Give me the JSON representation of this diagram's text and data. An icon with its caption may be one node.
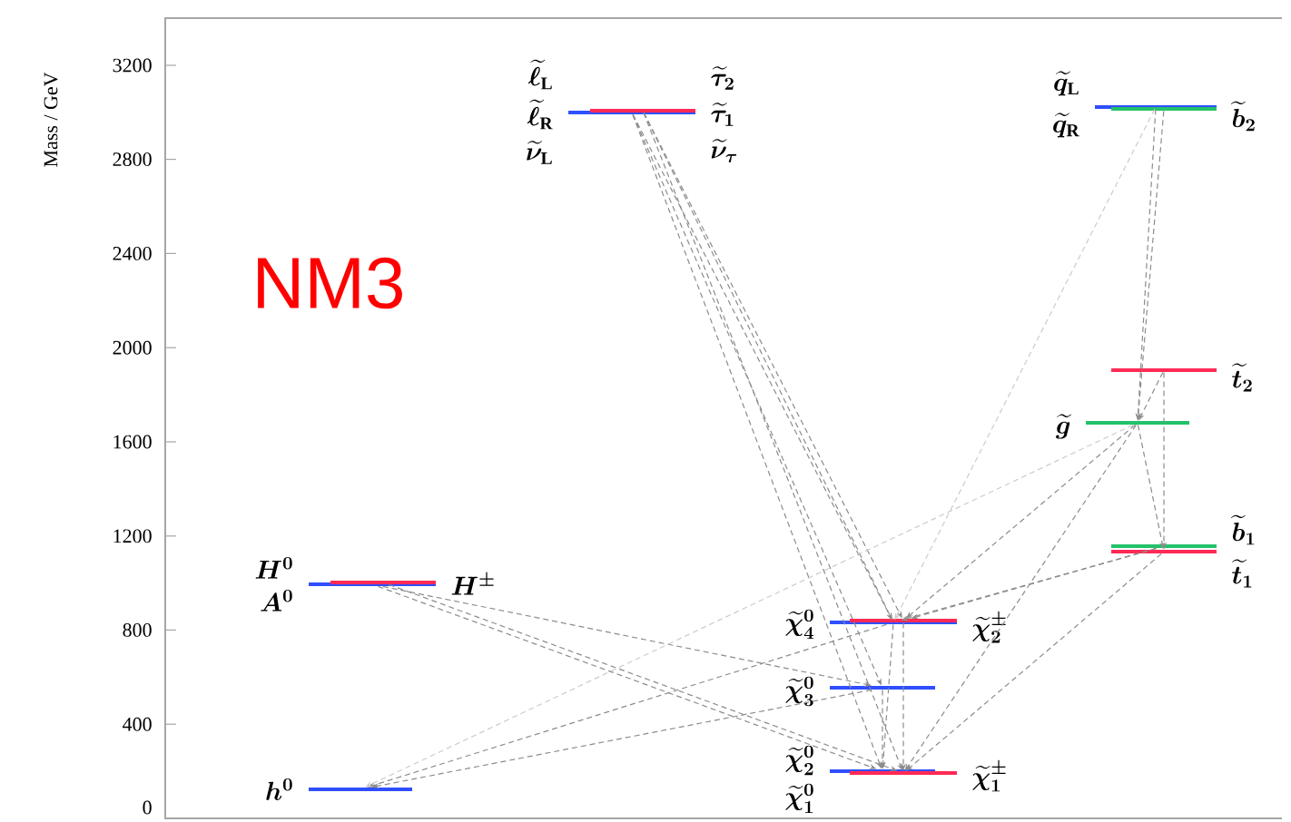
{
  "diagram": {
    "nodes": [
      {
        "text": [],
        "shape": "bar",
        "beside": [
          "h^0"
        ]
      },
      {
        "text": [],
        "shape": "bar",
        "beside": [
          "H^0",
          "A^0"
        ]
      },
      {
        "text": [],
        "shape": "bar",
        "beside": [
          "H^\\pm"
        ]
      },
      {
        "text": [],
        "shape": "bar",
        "beside": [
          "\\widetilde{\\ell}_\\mathrm{L}",
          "\\widetilde{\\ell}_\\mathrm{R}",
          "\\widetilde{\\nu}_\\mathrm{L}"
        ]
      },
      {
        "text": [],
        "shape": "bar",
        "beside": [
          "\\widetilde{\\tau}_2",
          "\\widetilde{\\tau}_1",
          "\\widetilde{\\nu}_\\tau"
        ]
      },
      {
        "text": [],
        "shape": "bar",
        "beside": [
          "\\widetilde{\\chi}^0_4"
        ]
      },
      {
        "text": [],
        "shape": "bar",
        "beside": [
          "\\widetilde{\\chi}^\\pm_2"
        ]
      },
      {
        "text": [],
        "shape": "bar",
        "beside": [
          "\\widetilde{\\chi}^0_3"
        ]
      },
      {
        "text": [],
        "shape": "bar",
        "beside": [
          "\\widetilde{\\chi}^0_2",
          "\\widetilde{\\chi}^0_1"
        ]
      },
      {
        "text": [],
        "shape": "bar",
        "beside": [
          "\\widetilde{\\chi}^\\pm_1"
        ]
      },
      {
        "text": [],
        "shape": "bar",
        "beside": [
          "\\widetilde{q}_\\mathrm{L}",
          "\\widetilde{q}_\\mathrm{R}"
        ]
      },
      {
        "text": [],
        "shape": "bar",
        "beside": [
          "\\widetilde{b}_2"
        ]
      },
      {
        "text": [],
        "shape": "bar",
        "beside": [
          "\\widetilde{t}_2"
        ]
      },
      {
        "text": [],
        "shape": "bar",
        "beside": [
          "\\widetilde{g}"
        ]
      },
      {
        "text": [],
        "shape": "bar",
        "beside": [
          "\\widetilde{b}_1"
        ]
      },
      {
        "text": [],
        "shape": "bar",
        "beside": [
          "\\widetilde{t}_1"
        ]
      }
    ],
    "edges": [
      {
        "from": 3,
        "to": 5,
        "arrow": "to"
      },
      {
        "from": 3,
        "to": 7,
        "arrow": "to"
      },
      {
        "from": 3,
        "to": 8,
        "arrow": "to"
      },
      {
        "from": 4,
        "to": 5,
        "arrow": "to"
      },
      {
        "from": 4,
        "to": 6,
        "arrow": "to"
      },
      {
        "from": 4,
        "to": 9,
        "arrow": "to"
      },
      {
        "from": 1,
        "to": 7,
        "arrow": "to"
      },
      {
        "from": 1,
        "to": 8,
        "arrow": "to"
      },
      {
        "from": 2,
        "to": 9,
        "arrow": "to"
      },
      {
        "from": 5,
        "to": 0,
        "arrow": "to"
      },
      {
        "from": 7,
        "to": 0,
        "arrow": "to"
      },
      {
        "from": 13,
        "to": 0,
        "arrow": "to",
        "color": "#cccccc"
      },
      {
        "from": 10,
        "to": 13,
        "arrow": "to"
      },
      {
        "from": 11,
        "to": 13,
        "arrow": "to"
      },
      {
        "from": 10,
        "to": 5,
        "arrow": "to",
        "color": "#cccccc"
      },
      {
        "from": 12,
        "to": 13,
        "arrow": "to"
      },
      {
        "from": 12,
        "to": 15,
        "arrow": "to"
      },
      {
        "from": 13,
        "to": 15,
        "arrow": "to"
      },
      {
        "from": 13,
        "to": 6,
        "arrow": "to"
      },
      {
        "from": 13,
        "to": 9,
        "arrow": "to"
      },
      {
        "from": 14,
        "to": 6,
        "arrow": "to"
      },
      {
        "from": 15,
        "to": 9,
        "arrow": "to"
      },
      {
        "from": 14,
        "to": 5,
        "arrow": "to"
      },
      {
        "from": 5,
        "to": 8,
        "arrow": "to"
      },
      {
        "from": 6,
        "to": 9,
        "arrow": "to"
      },
      {
        "from": 7,
        "to": 8,
        "arrow": "to"
      }
    ],
    "labels": [
      "Mass / GeV",
      "0",
      "400",
      "800",
      "1200",
      "1600",
      "2000",
      "2400",
      "2800",
      "3200",
      "NM3"
    ]
  }
}
